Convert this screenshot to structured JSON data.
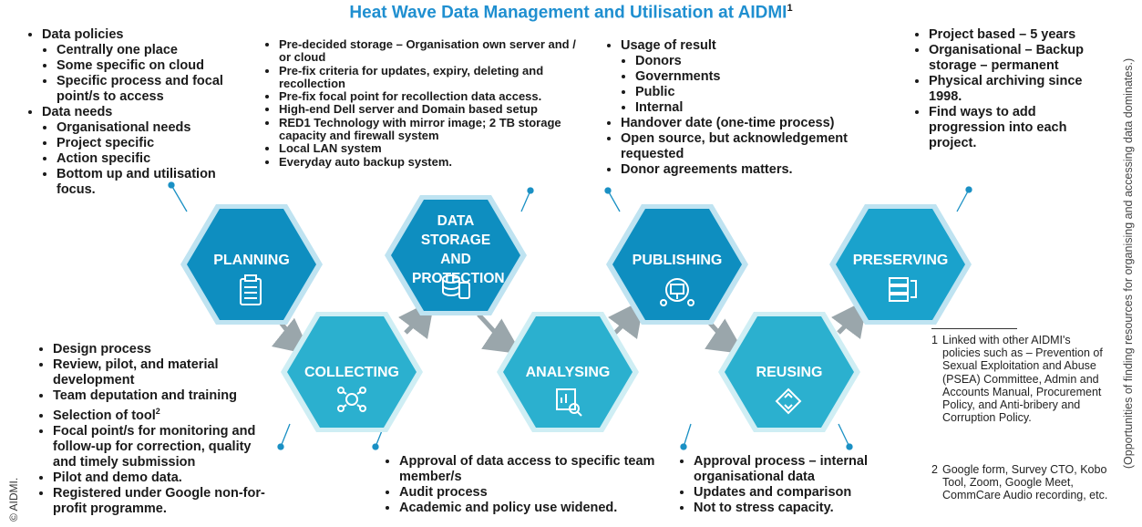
{
  "title": "Heat Wave Data Management and Utilisation at AIDMI",
  "title_footnote": "1",
  "colors": {
    "hex_dark": "#0e8ec0",
    "hex_light": "#34b7d9",
    "hex_accent": "#78c9e6",
    "arrow": "#9aa6ab",
    "title": "#1f8fd0"
  },
  "stages": [
    {
      "label": "PLANNING",
      "icon": "clipboard-icon"
    },
    {
      "label": "COLLECTING",
      "icon": "network-icon"
    },
    {
      "label": "DATA STORAGE AND PROTECTION",
      "icon": "database-icon"
    },
    {
      "label": "ANALYSING",
      "icon": "chart-magnifier-icon"
    },
    {
      "label": "PUBLISHING",
      "icon": "presentation-icon"
    },
    {
      "label": "REUSING",
      "icon": "recycle-icon"
    },
    {
      "label": "PRESERVING",
      "icon": "server-icon"
    }
  ],
  "planning_notes": {
    "data_policies": "Data policies",
    "dp_items": [
      "Centrally one place",
      "Some specific on cloud",
      "Specific process and focal point/s to access"
    ],
    "data_needs": "Data needs",
    "dn_items": [
      "Organisational needs",
      "Project specific",
      "Action specific",
      "Bottom up and utilisation focus."
    ]
  },
  "collecting_notes": [
    "Design process",
    "Review, pilot, and material development",
    "Team deputation and training",
    "Selection of tool",
    "Focal point/s for monitoring and follow-up for correction, quality and timely submission",
    "Pilot and demo data.",
    "Registered under Google non-for-profit programme."
  ],
  "collecting_tool_footnote": "2",
  "storage_notes": [
    "Pre-decided storage – Organisation own server and / or cloud",
    "Pre-fix criteria for updates, expiry, deleting and recollection",
    "Pre-fix focal point for recollection data access.",
    "High-end Dell server and Domain based setup",
    "RED1 Technology with mirror image; 2 TB storage capacity and firewall system",
    "Local LAN system",
    "Everyday auto backup system."
  ],
  "analysing_notes": [
    "Approval of data access to specific team member/s",
    "Audit process",
    "Academic and policy use widened."
  ],
  "publishing_notes": {
    "usage": "Usage of result",
    "usage_items": [
      "Donors",
      "Governments",
      "Public",
      "Internal"
    ],
    "rest": [
      "Handover date (one-time process)",
      "Open source, but acknowledgement requested",
      "Donor agreements matters."
    ]
  },
  "reusing_notes": [
    "Approval process – internal organisational data",
    "Updates and comparison",
    "Not to stress capacity."
  ],
  "preserving_notes": [
    "Project based – 5 years",
    "Organisational – Backup storage – permanent",
    "Physical archiving since 1998.",
    "Find ways to add progression into each project."
  ],
  "footnotes": {
    "f1_num": "1",
    "f1": "Linked with other AIDMI's policies such as – Prevention of Sexual Exploitation and Abuse (PSEA) Committee, Admin and Accounts Manual, Procurement Policy, and Anti-bribery and Corruption Policy.",
    "f2_num": "2",
    "f2": "Google form, Survey CTO, Kobo Tool, Zoom, Google Meet, CommCare Audio recording, etc."
  },
  "side_note": "(Opportunities of finding resources for organising and accessing data dominates.)",
  "copyright": "© AIDMI."
}
